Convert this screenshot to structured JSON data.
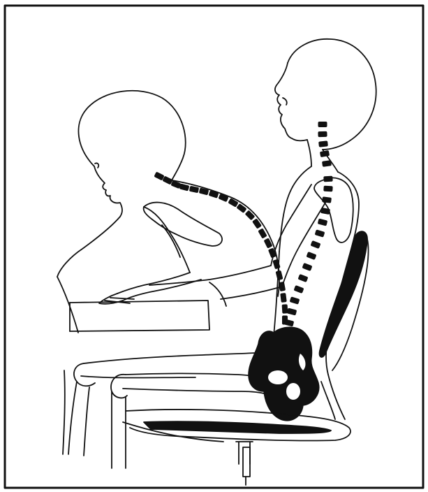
{
  "figure": {
    "subject": "posture-comparison",
    "colors": {
      "ink": "#111111",
      "paper": "#ffffff"
    },
    "figures": [
      {
        "name": "slouched-sitter",
        "spine": "curved-forward"
      },
      {
        "name": "upright-sitter",
        "spine": "supported-upright"
      }
    ],
    "objects": [
      "desk",
      "swivel-chair"
    ]
  }
}
